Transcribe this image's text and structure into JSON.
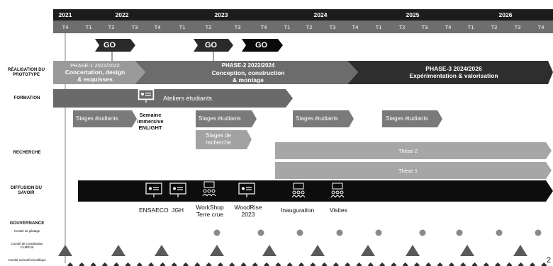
{
  "timeline": {
    "years": [
      "2021",
      "2022",
      "2023",
      "2024",
      "2025",
      "2026"
    ],
    "quarters": [
      "T4",
      "T1",
      "T2",
      "T3",
      "T4",
      "T1",
      "T2",
      "T3",
      "T4",
      "T1",
      "T2",
      "T3",
      "T4",
      "T1",
      "T2",
      "T3",
      "T4",
      "T1",
      "T2",
      "T3",
      "T4"
    ]
  },
  "go_labels": [
    "GO",
    "GO",
    "GO"
  ],
  "rows": {
    "prototype": "RÉALISATION DU PROTOTYPE",
    "formation": "FORMATION",
    "recherche": "RECHERCHE",
    "diffusion": "DIFFUSION DU SAVOIR",
    "gouvernance": "GOUVERNANCE",
    "gov_pilotage": "Comité de pilotage",
    "gov_coordination": "Comité de coordination CAMPUS",
    "gov_scientifique": "Comité exécutif scientifique"
  },
  "phases": {
    "p1_title": "PHASE-1 2021/2022",
    "p1_line1": "Concertation, design",
    "p1_line2": "& esquisses",
    "p2_title": "PHASE-2 2022/2024",
    "p2_line1": "Conception, construction",
    "p2_line2": "& montage",
    "p3_title": "PHASE-3 2024/2026",
    "p3_line1": "Expérimentation & valorisation"
  },
  "formation": {
    "ateliers": "Ateliers étudiants",
    "stages": [
      "Stages étudiants",
      "Stages étudiants",
      "Stages étudiants",
      "Stages étudiants"
    ],
    "stages_recherche_l1": "Stages de",
    "stages_recherche_l2": "recherche",
    "semaine_l1": "Semaine",
    "semaine_l2": "immersive",
    "semaine_l3": "ENLIGHT"
  },
  "recherche": {
    "these2": "Thèse 2",
    "these1": "Thèse 1"
  },
  "diffusion": {
    "events": [
      {
        "l1": "ENSAECO",
        "l2": ""
      },
      {
        "l1": "JGH",
        "l2": ""
      },
      {
        "l1": "WorkShop",
        "l2": "Terre crue"
      },
      {
        "l1": "WoodRise",
        "l2": "2023"
      },
      {
        "l1": "Inauguration",
        "l2": ""
      },
      {
        "l1": "Visites",
        "l2": ""
      }
    ]
  },
  "page_number": "2",
  "colors": {
    "header": "#1c1c1c",
    "quarter_bar": "#6e6e6e",
    "phase1": "#9a9a9a",
    "phase2": "#6c6c6c",
    "phase3": "#2e2e2e",
    "formation": "#6a6a6a",
    "stage": "#7a7a7a",
    "stage_light": "#a2a2a2",
    "these": "#a6a6a6",
    "diffusion": "#0d0d0d",
    "marker": "#8a8a8a",
    "triangle": "#5a5a5a"
  }
}
